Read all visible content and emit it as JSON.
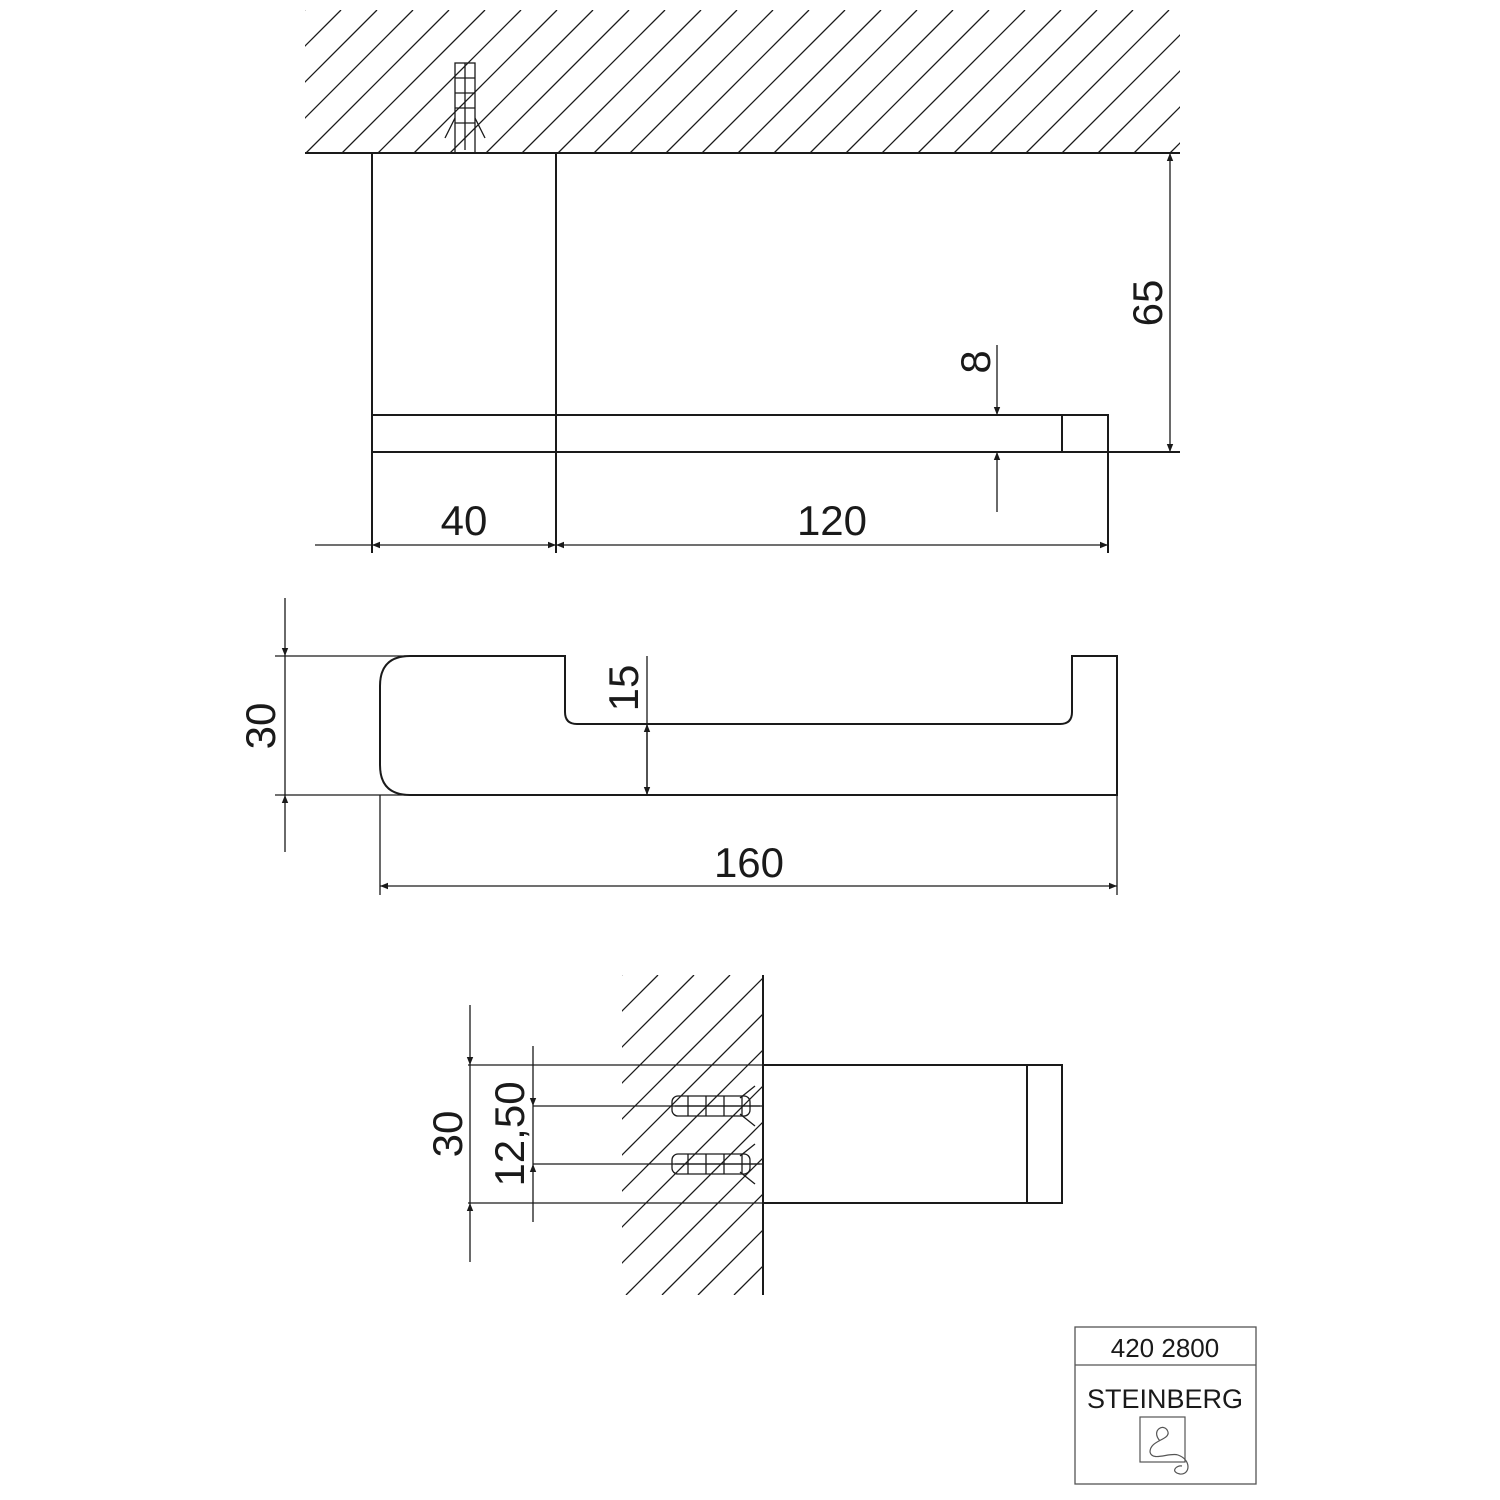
{
  "top_view": {
    "dim_plate_width": "40",
    "dim_bar_length": "120",
    "dim_projection": "65",
    "dim_bar_thickness": "8"
  },
  "side_view": {
    "dim_height": "30",
    "dim_slot_depth": "15",
    "dim_total_length": "160"
  },
  "mount_view": {
    "dim_height": "30",
    "dim_hole_spacing": "12,50"
  },
  "title_block": {
    "article_number": "420 2800",
    "brand": "STEINBERG"
  },
  "colors": {
    "line": "#1a1a1a",
    "background": "#ffffff"
  }
}
